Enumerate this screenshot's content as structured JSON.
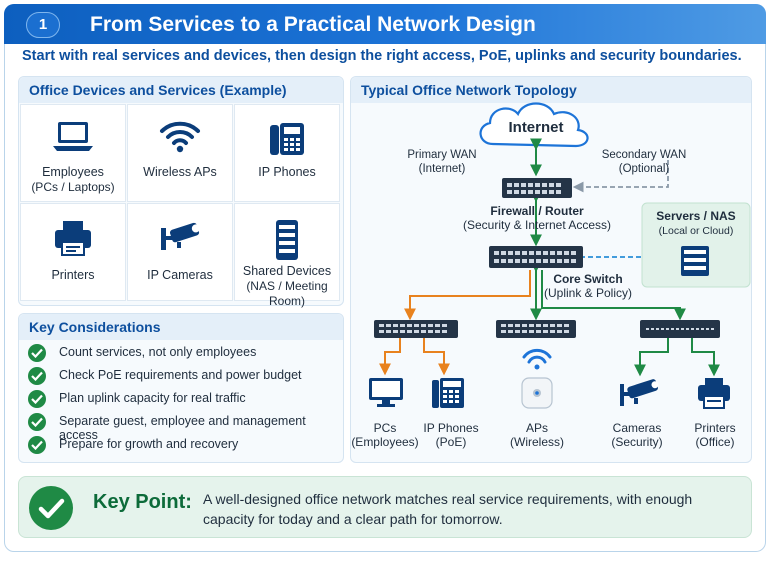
{
  "header": {
    "badge": "1",
    "title": "From Services to a Practical Network Design",
    "subtitle": "Start with real services and devices, then design the right access, PoE, uplinks and security boundaries."
  },
  "devices_panel": {
    "title": "Office Devices and Services (Example)",
    "items": [
      {
        "icon": "laptop-icon",
        "label": "Employees",
        "sub": "(PCs / Laptops)"
      },
      {
        "icon": "wifi-icon",
        "label": "Wireless APs",
        "sub": ""
      },
      {
        "icon": "ip-phone-icon",
        "label": "IP Phones",
        "sub": ""
      },
      {
        "icon": "printer-icon",
        "label": "Printers",
        "sub": ""
      },
      {
        "icon": "camera-icon",
        "label": "IP Cameras",
        "sub": ""
      },
      {
        "icon": "server-icon",
        "label": "Shared Devices",
        "sub": "(NAS / Meeting Room)"
      }
    ]
  },
  "considerations": {
    "title": "Key Considerations",
    "items": [
      "Count services, not only employees",
      "Check PoE requirements and power budget",
      "Plan uplink capacity for real traffic",
      "Separate guest, employee and management access",
      "Prepare for growth and recovery"
    ]
  },
  "topology": {
    "title": "Typical Office Network Topology",
    "internet": "Internet",
    "primary_wan": "Primary WAN",
    "primary_wan_sub": "(Internet)",
    "secondary_wan": "Secondary WAN",
    "secondary_wan_sub": "(Optional)",
    "firewall": "Firewall / Router",
    "firewall_sub": "(Security & Internet Access)",
    "servers": "Servers / NAS",
    "servers_sub": "(Local or Cloud)",
    "core_switch": "Core Switch",
    "core_switch_sub": "(Uplink & Policy)",
    "endpoints": [
      {
        "icon": "monitor-icon",
        "label": "PCs",
        "sub": "(Employees)"
      },
      {
        "icon": "ip-phone-icon",
        "label": "IP Phones",
        "sub": "(PoE)"
      },
      {
        "icon": "access-point-icon",
        "label": "APs",
        "sub": "(Wireless)"
      },
      {
        "icon": "camera-icon",
        "label": "Cameras",
        "sub": "(Security)"
      },
      {
        "icon": "printer-icon",
        "label": "Printers",
        "sub": "(Office)"
      }
    ],
    "colors": {
      "green": "#1f8a45",
      "orange": "#e8821e",
      "blue": "#2a8fd8",
      "gray": "#8a99a8"
    }
  },
  "key_point": {
    "title": "Key Point:",
    "text": "A well-designed office network matches real service requirements, with enough capacity for today and a clear path for tomorrow."
  }
}
